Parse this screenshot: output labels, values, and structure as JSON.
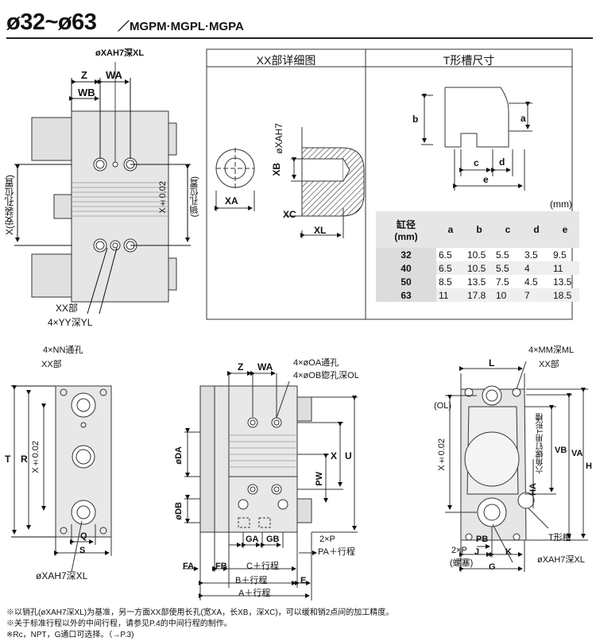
{
  "header": {
    "title": "ø32~ø63",
    "subtitle": "／MGPM·MGPL·MGPA"
  },
  "panels": {
    "xx_detail_title": "XX部详细图",
    "t_slot_title": "T形槽尺寸"
  },
  "top_view_labels": {
    "xa_h7_xl": "øXAH7深XL",
    "z": "Z",
    "wa": "WA",
    "wb": "WB",
    "x_mount": "X(安装孔位置)",
    "x_pin": "X±0.02",
    "pin_pos": "(销孔位置)",
    "xx_part": "XX部",
    "yy": "4×YY深YL"
  },
  "xx_detail_labels": {
    "xa": "XA",
    "xah7": "øXAH7",
    "xb": "XB",
    "xc": "XC",
    "xl": "XL"
  },
  "t_slot_labels": {
    "a": "a",
    "b": "b",
    "c": "c",
    "d": "d",
    "e": "e"
  },
  "table": {
    "unit": "(mm)",
    "headers": [
      "缸径\n(mm)",
      "a",
      "b",
      "c",
      "d",
      "e"
    ],
    "rows": [
      [
        "32",
        "6.5",
        "10.5",
        "5.5",
        "3.5",
        "9.5"
      ],
      [
        "40",
        "6.5",
        "10.5",
        "5.5",
        "4",
        "11"
      ],
      [
        "50",
        "8.5",
        "13.5",
        "7.5",
        "4.5",
        "13.5"
      ],
      [
        "63",
        "11",
        "17.8",
        "10",
        "7",
        "18.5"
      ]
    ]
  },
  "left_view_labels": {
    "nn": "4×NN通孔",
    "xx": "XX部",
    "t": "T",
    "r": "R",
    "x": "X±0.02",
    "q": "Q",
    "s": "S",
    "xa": "øXAH7深XL"
  },
  "center_view_labels": {
    "z": "Z",
    "wa": "WA",
    "oa": "4×øOA通孔",
    "ob": "4×øOB锪孔深OL",
    "da": "øDA",
    "db": "øDB",
    "x": "X",
    "u": "U",
    "pw": "PW",
    "ga": "GA",
    "gb": "GB",
    "p2": "2×P",
    "pa": "PA＋行程",
    "fa": "FA",
    "fb": "FB",
    "c": "C＋行程",
    "b": "B＋行程",
    "a": "A＋行程",
    "e": "E"
  },
  "right_view_labels": {
    "mm": "4×MM深ML",
    "l": "L",
    "xx": "XX部",
    "ol": "(OL)",
    "x": "X±0.02",
    "ha": "HA",
    "ha_note": "六角螺钉用T形槽",
    "vb": "VB",
    "va": "VA",
    "h": "H",
    "p2": "2×P",
    "plug": "(螺塞)",
    "pb": "PB",
    "j": "J",
    "k": "K",
    "g": "G",
    "tslot": "T形槽",
    "xa": "øXAH7深XL"
  },
  "notes": [
    "※以销孔(øXAH7深XL)为基准，另一方面XX部使用长孔(宽XA，长XB，深XC)，可以缓和销2点间的加工精度。",
    "※关于标准行程以外的中间行程，请参见P.4的中间行程的制作。",
    "※Rc，NPT，G通口可选择。（→P.3)"
  ]
}
